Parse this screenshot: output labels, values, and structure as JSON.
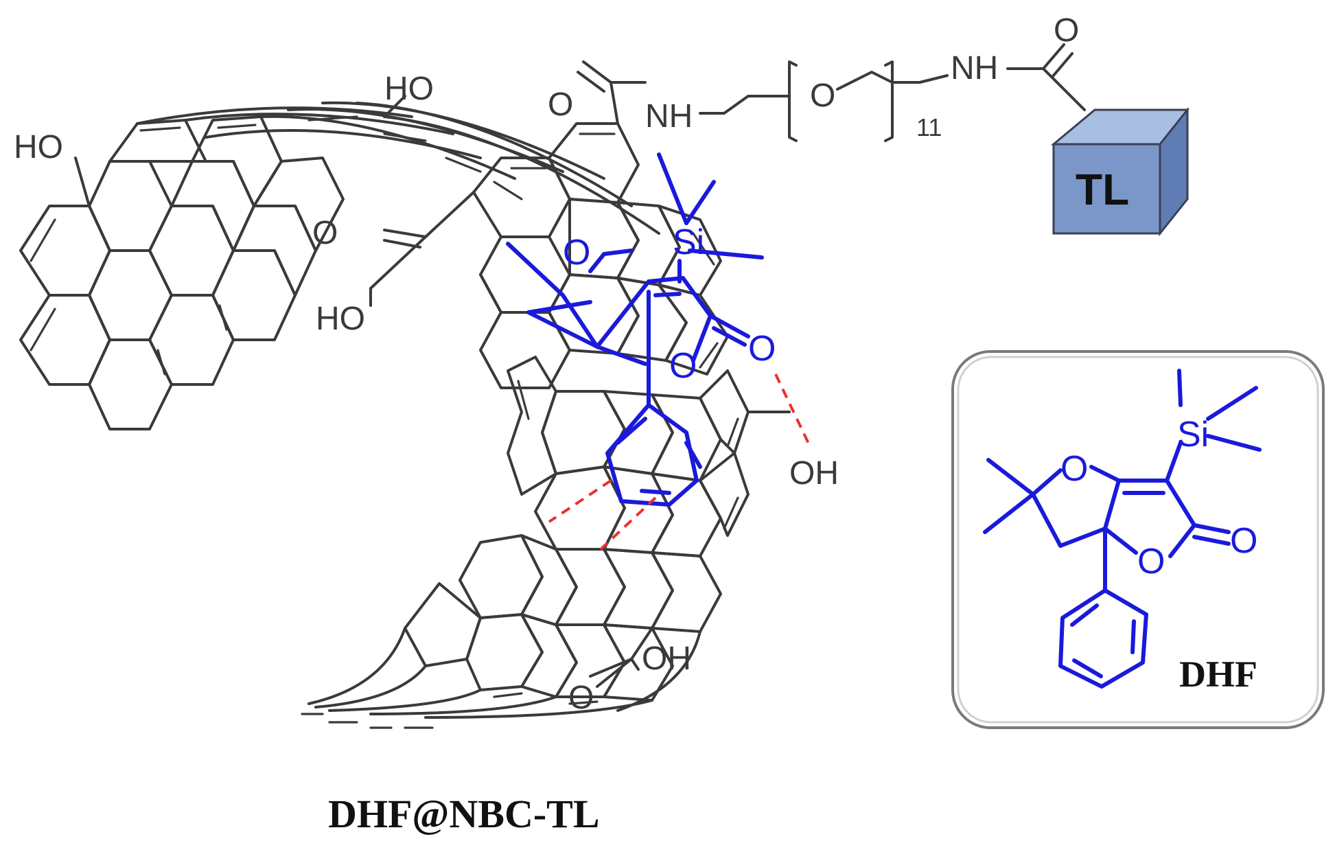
{
  "labels": {
    "ho_left": "HO",
    "ho_top": "HO",
    "cooh_o": "O",
    "cooh_ho": "HO",
    "amide_o": "O",
    "amide_nh": "NH",
    "ether_o": "O",
    "repeat": "11",
    "nh2": "NH",
    "carbonyl_o": "O",
    "tl": "TL",
    "oh_right": "OH",
    "oh_bottom": "OH",
    "o_bottom": "O",
    "guest_si": "Si",
    "guest_o1": "O",
    "guest_o2": "O",
    "guest_o3": "O"
  },
  "inset": {
    "si": "Si",
    "o_ring": "O",
    "o_carbonyl": "O",
    "o_lactone": "O",
    "label": "DHF"
  },
  "captions": {
    "main": "DHF@NBC-TL"
  },
  "colors": {
    "scaffold": "#3a3a3a",
    "guest": "#1a1adb",
    "hbond": "#e8322f",
    "cube_front": "#7b97c9",
    "cube_top": "#a9bee3",
    "cube_side": "#5f7cb4"
  }
}
